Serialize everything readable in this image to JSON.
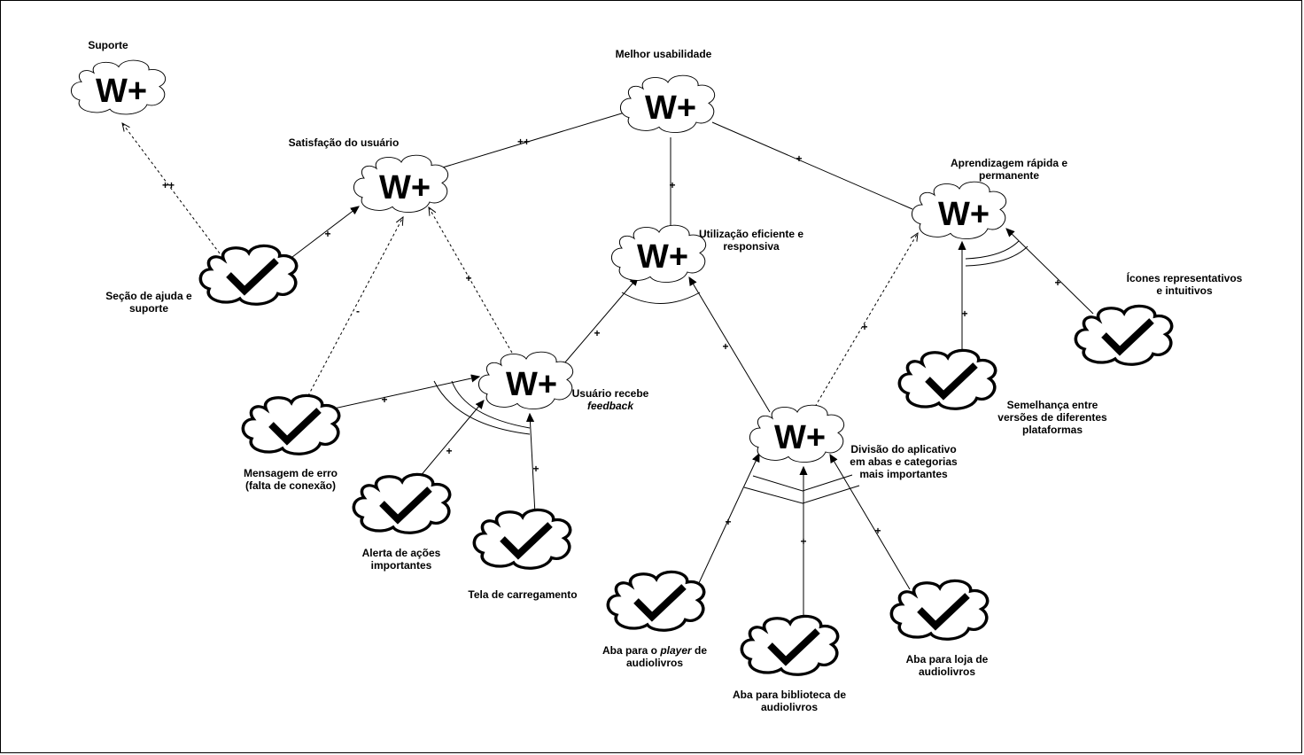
{
  "softgoals": {
    "suporte": {
      "label": "Suporte",
      "mark": "W+"
    },
    "melhor_usabilidade": {
      "label": "Melhor usabilidade",
      "mark": "W+"
    },
    "satisfacao": {
      "label": "Satisfação do usuário",
      "mark": "W+"
    },
    "aprendizagem": {
      "label_1": "Aprendizagem rápida e",
      "label_2": "permanente",
      "mark": "W+"
    },
    "utilizacao": {
      "label_1": "Utilização eficiente e",
      "label_2": "responsiva",
      "mark": "W+"
    },
    "feedback": {
      "label_1": "Usuário recebe",
      "label_2": "feedback",
      "mark": "W+"
    },
    "divisao": {
      "label_1": "Divisão do aplicativo",
      "label_2": "em abas e categorias",
      "label_3": "mais importantes",
      "mark": "W+"
    }
  },
  "operationalizations": {
    "secao_ajuda": {
      "label_1": "Seção de ajuda e",
      "label_2": "suporte"
    },
    "mensagem_erro": {
      "label_1": "Mensagem de erro",
      "label_2": "(falta de conexão)"
    },
    "alerta_acoes": {
      "label_1": "Alerta de ações",
      "label_2": "importantes"
    },
    "tela_carregamento": {
      "label": "Tela de carregamento"
    },
    "icones": {
      "label_1": "Ícones representativos",
      "label_2": "e intuitivos"
    },
    "semelhanca": {
      "label_1": "Semelhança entre",
      "label_2": "versões de diferentes",
      "label_3": "plataformas"
    },
    "aba_player": {
      "label_a": "Aba para o ",
      "label_b": "player",
      "label_c": " de",
      "label_2": "audiolivros"
    },
    "aba_biblioteca": {
      "label_1": "Aba para biblioteca de",
      "label_2": "audiolivros"
    },
    "aba_loja": {
      "label_1": "Aba para loja de",
      "label_2": "audiolivros"
    }
  },
  "contributions": {
    "ajuda_to_suporte": "++",
    "satisfacao_to_melhor": "++",
    "utilizacao_to_melhor": "+",
    "aprendizagem_to_melhor": "+",
    "ajuda_to_satisfacao": "+",
    "erro_to_satisfacao": "-",
    "feedback_to_satisfacao": "+",
    "feedback_to_utilizacao": "+",
    "divisao_to_utilizacao": "+",
    "divisao_to_aprendizagem": "+",
    "semelhanca_to_aprendizagem": "+",
    "icones_to_aprendizagem": "+",
    "erro_to_feedback": "+",
    "alerta_to_feedback": "+",
    "tela_to_feedback": "+",
    "player_to_divisao": "+",
    "biblioteca_to_divisao": "+",
    "loja_to_divisao": "+"
  },
  "colors": {
    "stroke": "#000000",
    "background": "#ffffff"
  }
}
